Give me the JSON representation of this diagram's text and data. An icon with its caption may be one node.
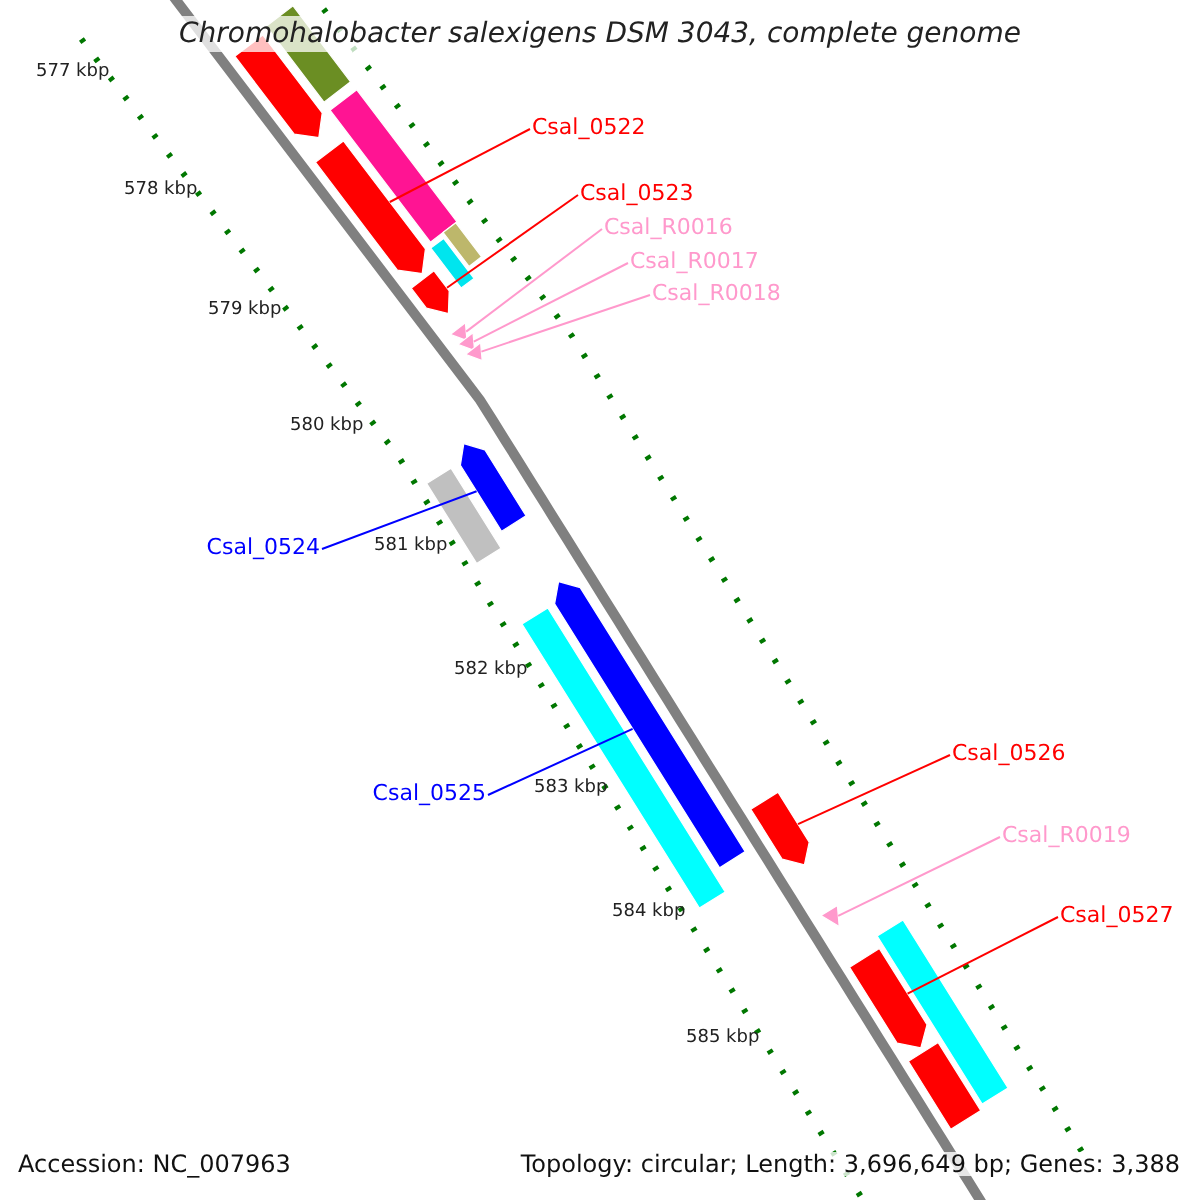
{
  "diagram": {
    "title": "Chromohalobacter salexigens DSM 3043, complete genome",
    "nodes": [
      {
        "text": [
          "Csal_0522"
        ]
      },
      {
        "text": [
          "Csal_0523"
        ]
      },
      {
        "text": [
          "Csal_R0016"
        ]
      },
      {
        "text": [
          "Csal_R0017"
        ]
      },
      {
        "text": [
          "Csal_R0018"
        ]
      },
      {
        "text": [
          "Csal_0524"
        ]
      },
      {
        "text": [
          "Csal_0525"
        ]
      },
      {
        "text": [
          "Csal_0526"
        ]
      },
      {
        "text": [
          "Csal_R0019"
        ]
      },
      {
        "text": [
          "Csal_0527"
        ]
      },
      {
        "text": [],
        "shape": "bar"
      },
      {
        "text": [],
        "shape": "bar"
      },
      {
        "text": [],
        "shape": "bar"
      },
      {
        "text": [],
        "shape": "bar"
      },
      {
        "text": [],
        "shape": "bar"
      },
      {
        "text": [],
        "shape": "bar"
      },
      {
        "text": [],
        "shape": "bar"
      },
      {
        "text": [],
        "shape": "triangle"
      },
      {
        "text": [],
        "shape": "triangle"
      },
      {
        "text": [],
        "shape": "triangle"
      },
      {
        "text": [],
        "shape": "bar"
      },
      {
        "text": [],
        "shape": "bar"
      },
      {
        "text": [],
        "shape": "bar"
      },
      {
        "text": [],
        "shape": "bar"
      },
      {
        "text": [],
        "shape": "bar"
      },
      {
        "text": [],
        "shape": "triangle"
      },
      {
        "text": [],
        "shape": "bar"
      },
      {
        "text": [],
        "shape": "bar"
      },
      {
        "text": [],
        "shape": "bar"
      }
    ],
    "edges": [
      {
        "from": 0,
        "to": 13,
        "arrow": "none",
        "color": "#ff0000"
      },
      {
        "from": 1,
        "to": 16,
        "arrow": "none",
        "color": "#ff0000"
      },
      {
        "from": 2,
        "to": 17,
        "arrow": "none",
        "color": "#ff99cc"
      },
      {
        "from": 3,
        "to": 18,
        "arrow": "none",
        "color": "#ff99cc"
      },
      {
        "from": 4,
        "to": 19,
        "arrow": "none",
        "color": "#ff99cc"
      },
      {
        "from": 5,
        "to": 20,
        "arrow": "none",
        "color": "#0000ff"
      },
      {
        "from": 6,
        "to": 22,
        "arrow": "none",
        "color": "#0000ff"
      },
      {
        "from": 7,
        "to": 24,
        "arrow": "none",
        "color": "#ff0000"
      },
      {
        "from": 8,
        "to": 25,
        "arrow": "none",
        "color": "#ff99cc"
      },
      {
        "from": 9,
        "to": 27,
        "arrow": "none",
        "color": "#ff0000"
      }
    ],
    "labels": [
      "577 kbp",
      "578 kbp",
      "579 kbp",
      "580 kbp",
      "581 kbp",
      "582 kbp",
      "583 kbp",
      "584 kbp",
      "585 kbp",
      "Accession: NC_007963",
      "Topology: circular; Length: 3,696,649 bp; Genes: 3,388"
    ]
  }
}
